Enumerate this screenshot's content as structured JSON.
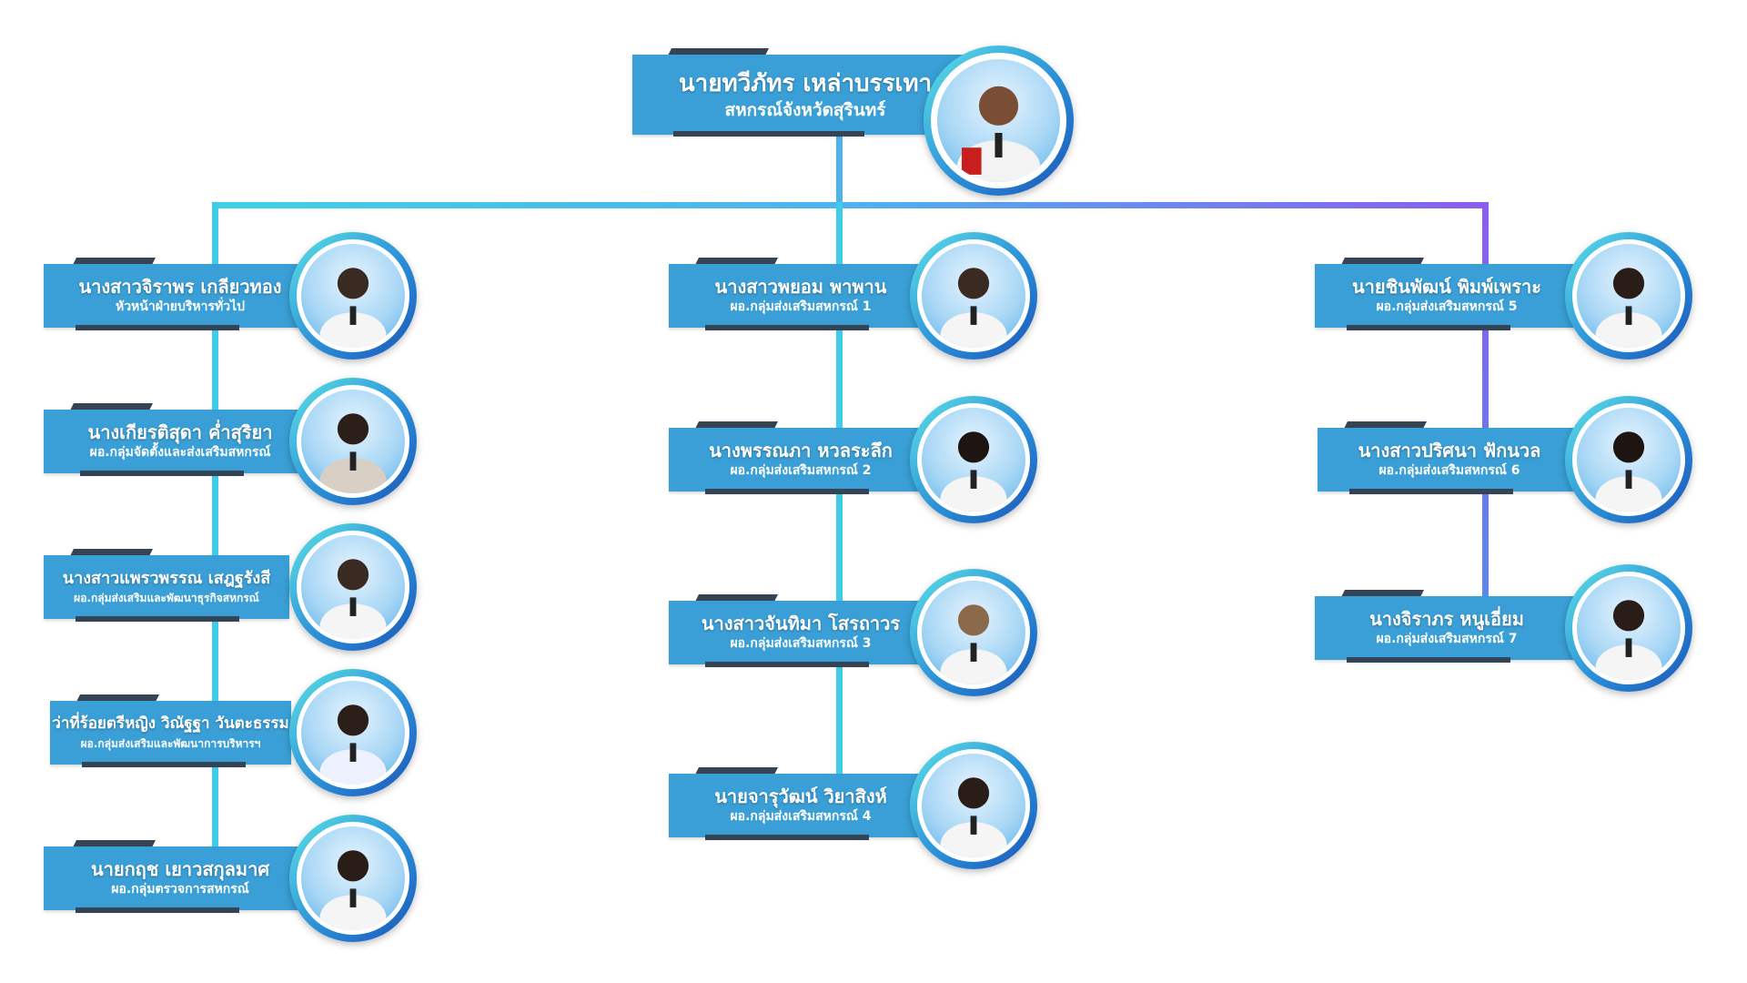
{
  "head": {
    "name": "นายทวีภัทร เหล่าบรรเทา",
    "position": "สหกรณ์จังหวัดสุรินทร์"
  },
  "left_column": [
    {
      "name": "นางสาวจิราพร  เกลียวทอง",
      "position": "หัวหน้าฝ่ายบริหารทั่วไป"
    },
    {
      "name": "นางเกียรติสุดา ค่ำสุริยา",
      "position": "ผอ.กลุ่มจัดตั้งและส่งเสริมสหกรณ์"
    },
    {
      "name": "นางสาวแพรวพรรณ เสฎฐรังสี",
      "position": "ผอ.กลุ่มส่งเสริมและพัฒนาธุรกิจสหกรณ์"
    },
    {
      "name": "ว่าที่ร้อยตรีหญิง วิณัฐฐา วันตะธรรม",
      "position": "ผอ.กลุ่มส่งเสริมและพัฒนาการบริหารฯ"
    },
    {
      "name": "นายกฤช เยาวสกุลมาศ",
      "position": "ผอ.กลุ่มตรวจการสหกรณ์"
    }
  ],
  "center_column": [
    {
      "name": "นางสาวพยอม พาพาน",
      "position": "ผอ.กลุ่มส่งเสริมสหกรณ์ 1"
    },
    {
      "name": "นางพรรณภา หวลระลึก",
      "position": "ผอ.กลุ่มส่งเสริมสหกรณ์ 2"
    },
    {
      "name": "นางสาวจันทิมา โสรถาวร",
      "position": "ผอ.กลุ่มส่งเสริมสหกรณ์ 3"
    },
    {
      "name": "นายจารุวัฒน์ วิยาสิงห์",
      "position": "ผอ.กลุ่มส่งเสริมสหกรณ์ 4"
    }
  ],
  "right_column": [
    {
      "name": "นายชินพัฒน์ พิมพ์เพราะ",
      "position": "ผอ.กลุ่มส่งเสริมสหกรณ์ 5"
    },
    {
      "name": "นางสาวปริศนา ฟักนวล",
      "position": "ผอ.กลุ่มส่งเสริมสหกรณ์ 6"
    },
    {
      "name": "นางจิราภร หนูเอี่ยม",
      "position": "ผอ.กลุ่มส่งเสริมสหกรณ์ 7"
    }
  ],
  "colors": {
    "bar": "#3a9fd6",
    "tab": "#344454",
    "line_start": "#3fd0e6",
    "line_end": "#8b5cf0"
  },
  "icons": {
    "photo": "person-portrait-icon"
  }
}
